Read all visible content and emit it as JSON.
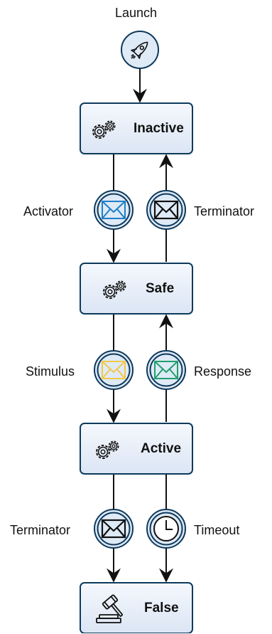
{
  "nodes": {
    "start": {
      "label": "Launch"
    },
    "inactive": {
      "label": "Inactive"
    },
    "safe": {
      "label": "Safe"
    },
    "active": {
      "label": "Active"
    },
    "final": {
      "label": "False"
    }
  },
  "events": {
    "activator": {
      "label": "Activator",
      "icon": "envelope-icon",
      "color": "#1e7fc7"
    },
    "terminator_top": {
      "label": "Terminator",
      "icon": "envelope-icon",
      "color": "#111111"
    },
    "stimulus": {
      "label": "Stimulus",
      "icon": "envelope-icon",
      "color": "#f2c84b"
    },
    "response": {
      "label": "Response",
      "icon": "envelope-icon",
      "color": "#22a06b"
    },
    "terminator_bottom": {
      "label": "Terminator",
      "icon": "envelope-icon",
      "color": "#111111"
    },
    "timeout": {
      "label": "Timeout",
      "icon": "clock-icon"
    }
  },
  "colors": {
    "task_fill_top": "#f5f8fd",
    "task_fill_bottom": "#dbe5f4",
    "border": "#0e3a5c",
    "event_fill": "#dfeaf7"
  }
}
